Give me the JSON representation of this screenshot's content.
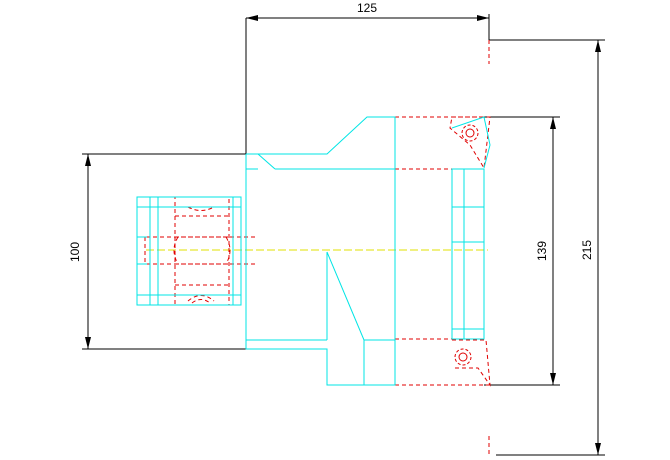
{
  "drawing": {
    "dimensions": {
      "top_width": "125",
      "left_height": "100",
      "inner_height": "139",
      "overall_height": "215"
    },
    "colors": {
      "dimension": "#000000",
      "outline": "#00e5e5",
      "hidden": "#e00000",
      "centerline": "#e0e000",
      "background": "#ffffff"
    }
  }
}
